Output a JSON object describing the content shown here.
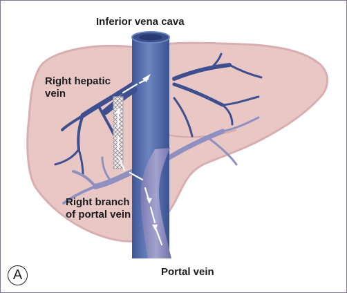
{
  "panel_letter": "A",
  "labels": {
    "ivc": "Inferior vena cava",
    "right_hepatic_vein": "Right hepatic\nvein",
    "right_branch_portal": "Right branch\nof portal vein",
    "portal_vein": "Portal vein"
  },
  "colors": {
    "liver": "#e8c7c5",
    "liver_edge": "#d9aeb0",
    "ivc": "#5a73b0",
    "hepatic_veins": "#3d4f8e",
    "portal": "#8f8fc0",
    "stent": "#f1ebe6",
    "arrows": "#ffffff"
  }
}
